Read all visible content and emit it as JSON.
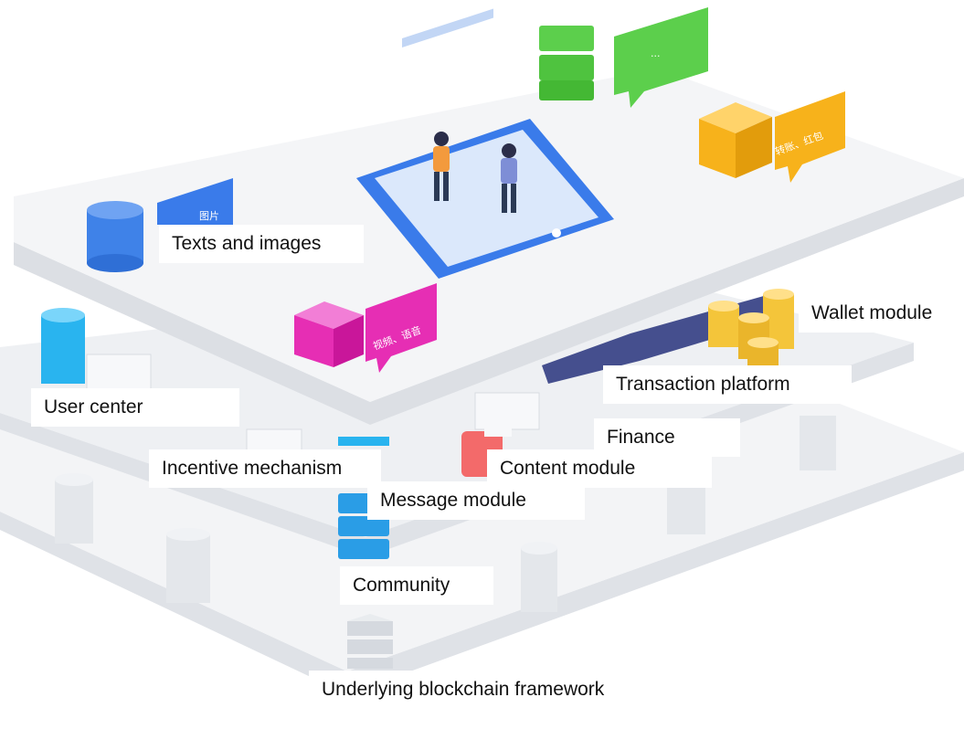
{
  "colors": {
    "platform_top": "#f2f3f5",
    "platform_side": "#dfe2e7",
    "tablet_blue": "#3a7bea",
    "green": "#5ccf4c",
    "orange": "#f7b21b",
    "magenta": "#e62eb4",
    "blue_cylinder": "#3f82e8",
    "cyan_cylinder": "#29b4ef",
    "coral": "#f36a6a",
    "navy": "#454f8e",
    "gold": "#f4c53a"
  },
  "bubbles": {
    "green": "...",
    "orange": "转账、红包",
    "blue": "图片",
    "magenta": "视频、语音"
  },
  "labels": {
    "texts_images": "Texts and images",
    "wallet": "Wallet module",
    "transaction": "Transaction platform",
    "user_center": "User center",
    "finance": "Finance",
    "incentive": "Incentive mechanism",
    "content": "Content module",
    "message": "Message module",
    "community": "Community",
    "framework": "Underlying blockchain framework"
  }
}
